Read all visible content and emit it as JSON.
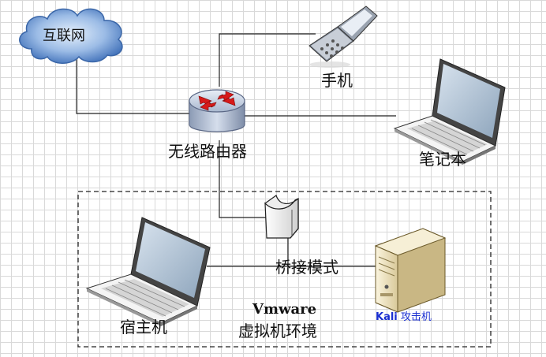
{
  "diagram": {
    "nodes": {
      "internet": "互联网",
      "phone": "手机",
      "router": "无线路由器",
      "laptop": "笔记本",
      "bridge": "桥接模式",
      "host": "宿主机",
      "vmware_line1": "Vmware",
      "vmware_line2": "虚拟机环境",
      "kali_name": "Kali",
      "kali_suffix": " 攻击机"
    },
    "colors": {
      "line": "#222222",
      "cloud_fill": "#5e8fd4",
      "cloud_light": "#c7dcf6",
      "router_body": "#b9c6da",
      "router_arrow": "#d71a1a",
      "kali_text": "#1a2fd1",
      "server_body": "#efe3bd",
      "laptop_screen": "#9fb3c7",
      "grid": "#d9d9d9"
    },
    "icons": [
      "cloud-icon",
      "phone-icon",
      "router-icon",
      "laptop-icon",
      "bridge-icon",
      "server-icon"
    ]
  }
}
